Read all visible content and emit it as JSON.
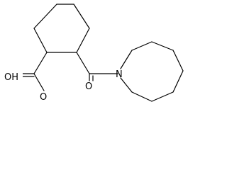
{
  "molecule": {
    "atoms": {
      "hydroxyl": "OH",
      "carboxyl_oxygen": "O",
      "amide_oxygen": "O",
      "ring_nitrogen": "N"
    }
  },
  "colors": {
    "bond": "#000000",
    "background": "#ffffff"
  }
}
